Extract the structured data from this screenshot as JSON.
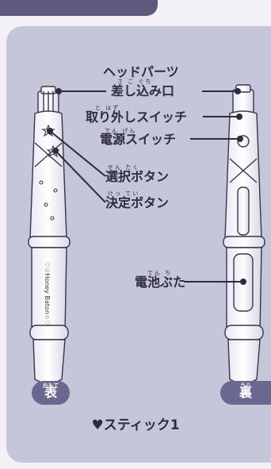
{
  "labels": {
    "head_parts_line1": "ヘッドパーツ",
    "head_parts_line2": "差し込み口",
    "head_parts_ruby": "さ こ ぐち",
    "release_switch": "取り外しスイッチ",
    "release_switch_ruby": "と はず",
    "power_switch": "電源スイッチ",
    "power_switch_ruby": "でん げん",
    "select_button": "選択ボタン",
    "select_button_ruby": "せん たく",
    "decide_button": "決定ボタン",
    "decide_button_ruby": "けっ てい",
    "battery_cover": "電池ぶた",
    "battery_cover_ruby": "でん ち"
  },
  "sides": {
    "front": "表",
    "front_ruby": "おもて",
    "back": "裏",
    "back_ruby": "うら"
  },
  "stick_text": "♡☆Honey Baton☆♡",
  "caption": "♥スティック1",
  "colors": {
    "panel": "#c5c6d9",
    "badge": "#6c6791",
    "topbar": "#5f597e",
    "ink": "#2f2a3d"
  }
}
